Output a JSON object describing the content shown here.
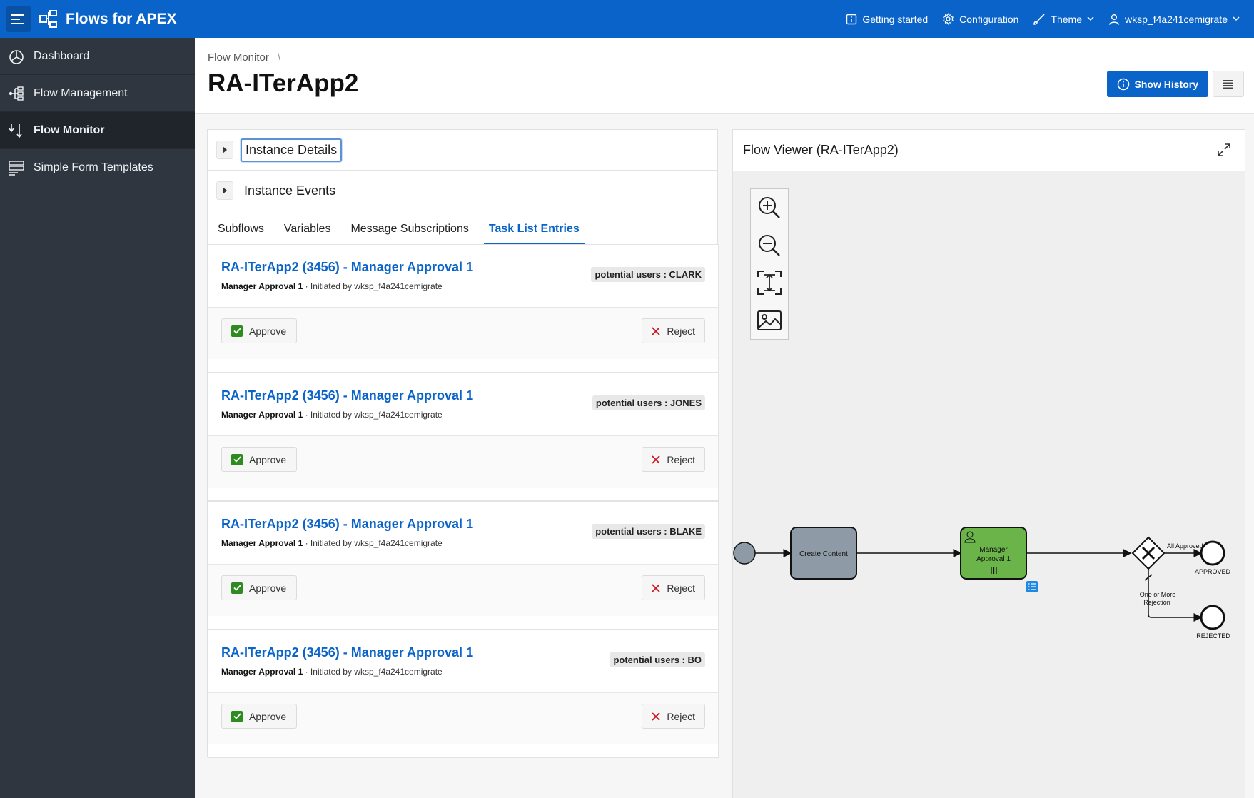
{
  "header": {
    "app_name": "Flows for APEX",
    "nav": {
      "getting_started": "Getting started",
      "configuration": "Configuration",
      "theme": "Theme",
      "user": "wksp_f4a241cemigrate"
    }
  },
  "sidebar": {
    "items": [
      {
        "label": "Dashboard"
      },
      {
        "label": "Flow Management"
      },
      {
        "label": "Flow Monitor"
      },
      {
        "label": "Simple Form Templates"
      }
    ]
  },
  "page": {
    "breadcrumb": "Flow Monitor",
    "breadcrumb_sep": "\\",
    "title": "RA-ITerApp2",
    "show_history": "Show History"
  },
  "regions": {
    "instance_details": "Instance Details",
    "instance_events": "Instance Events"
  },
  "tabs": [
    {
      "label": "Subflows"
    },
    {
      "label": "Variables"
    },
    {
      "label": "Message Subscriptions"
    },
    {
      "label": "Task List Entries"
    }
  ],
  "tasks": [
    {
      "title": "RA-ITerApp2 (3456) - Manager Approval 1",
      "step": "Manager Approval 1",
      "initiated": " · Initiated by wksp_f4a241cemigrate",
      "badge": "potential users : CLARK",
      "approve": "Approve",
      "reject": "Reject"
    },
    {
      "title": "RA-ITerApp2 (3456) - Manager Approval 1",
      "step": "Manager Approval 1",
      "initiated": " · Initiated by wksp_f4a241cemigrate",
      "badge": "potential users : JONES",
      "approve": "Approve",
      "reject": "Reject"
    },
    {
      "title": "RA-ITerApp2 (3456) - Manager Approval 1",
      "step": "Manager Approval 1",
      "initiated": " · Initiated by wksp_f4a241cemigrate",
      "badge": "potential users : BLAKE",
      "approve": "Approve",
      "reject": "Reject"
    },
    {
      "title": "RA-ITerApp2 (3456) - Manager Approval 1",
      "step": "Manager Approval 1",
      "initiated": " · Initiated by wksp_f4a241cemigrate",
      "badge": "potential users : BO",
      "approve": "Approve",
      "reject": "Reject"
    }
  ],
  "viewer": {
    "title": "Flow Viewer (RA-ITerApp2)",
    "diagram": {
      "create_content": "Create Content",
      "manager_approval_line1": "Manager",
      "manager_approval_line2": "Approval 1",
      "all_approved": "All Approved",
      "one_or_more_line1": "One or More",
      "one_or_more_line2": "Rejection",
      "approved": "APPROVED",
      "rejected": "REJECTED"
    }
  },
  "colors": {
    "brand": "#0a63c9",
    "sidebar": "#30363f",
    "completed_task": "#8e9aa6",
    "current_task": "#6bb44a",
    "approve_check": "#2e8b1f",
    "reject_x": "#d0121b"
  }
}
